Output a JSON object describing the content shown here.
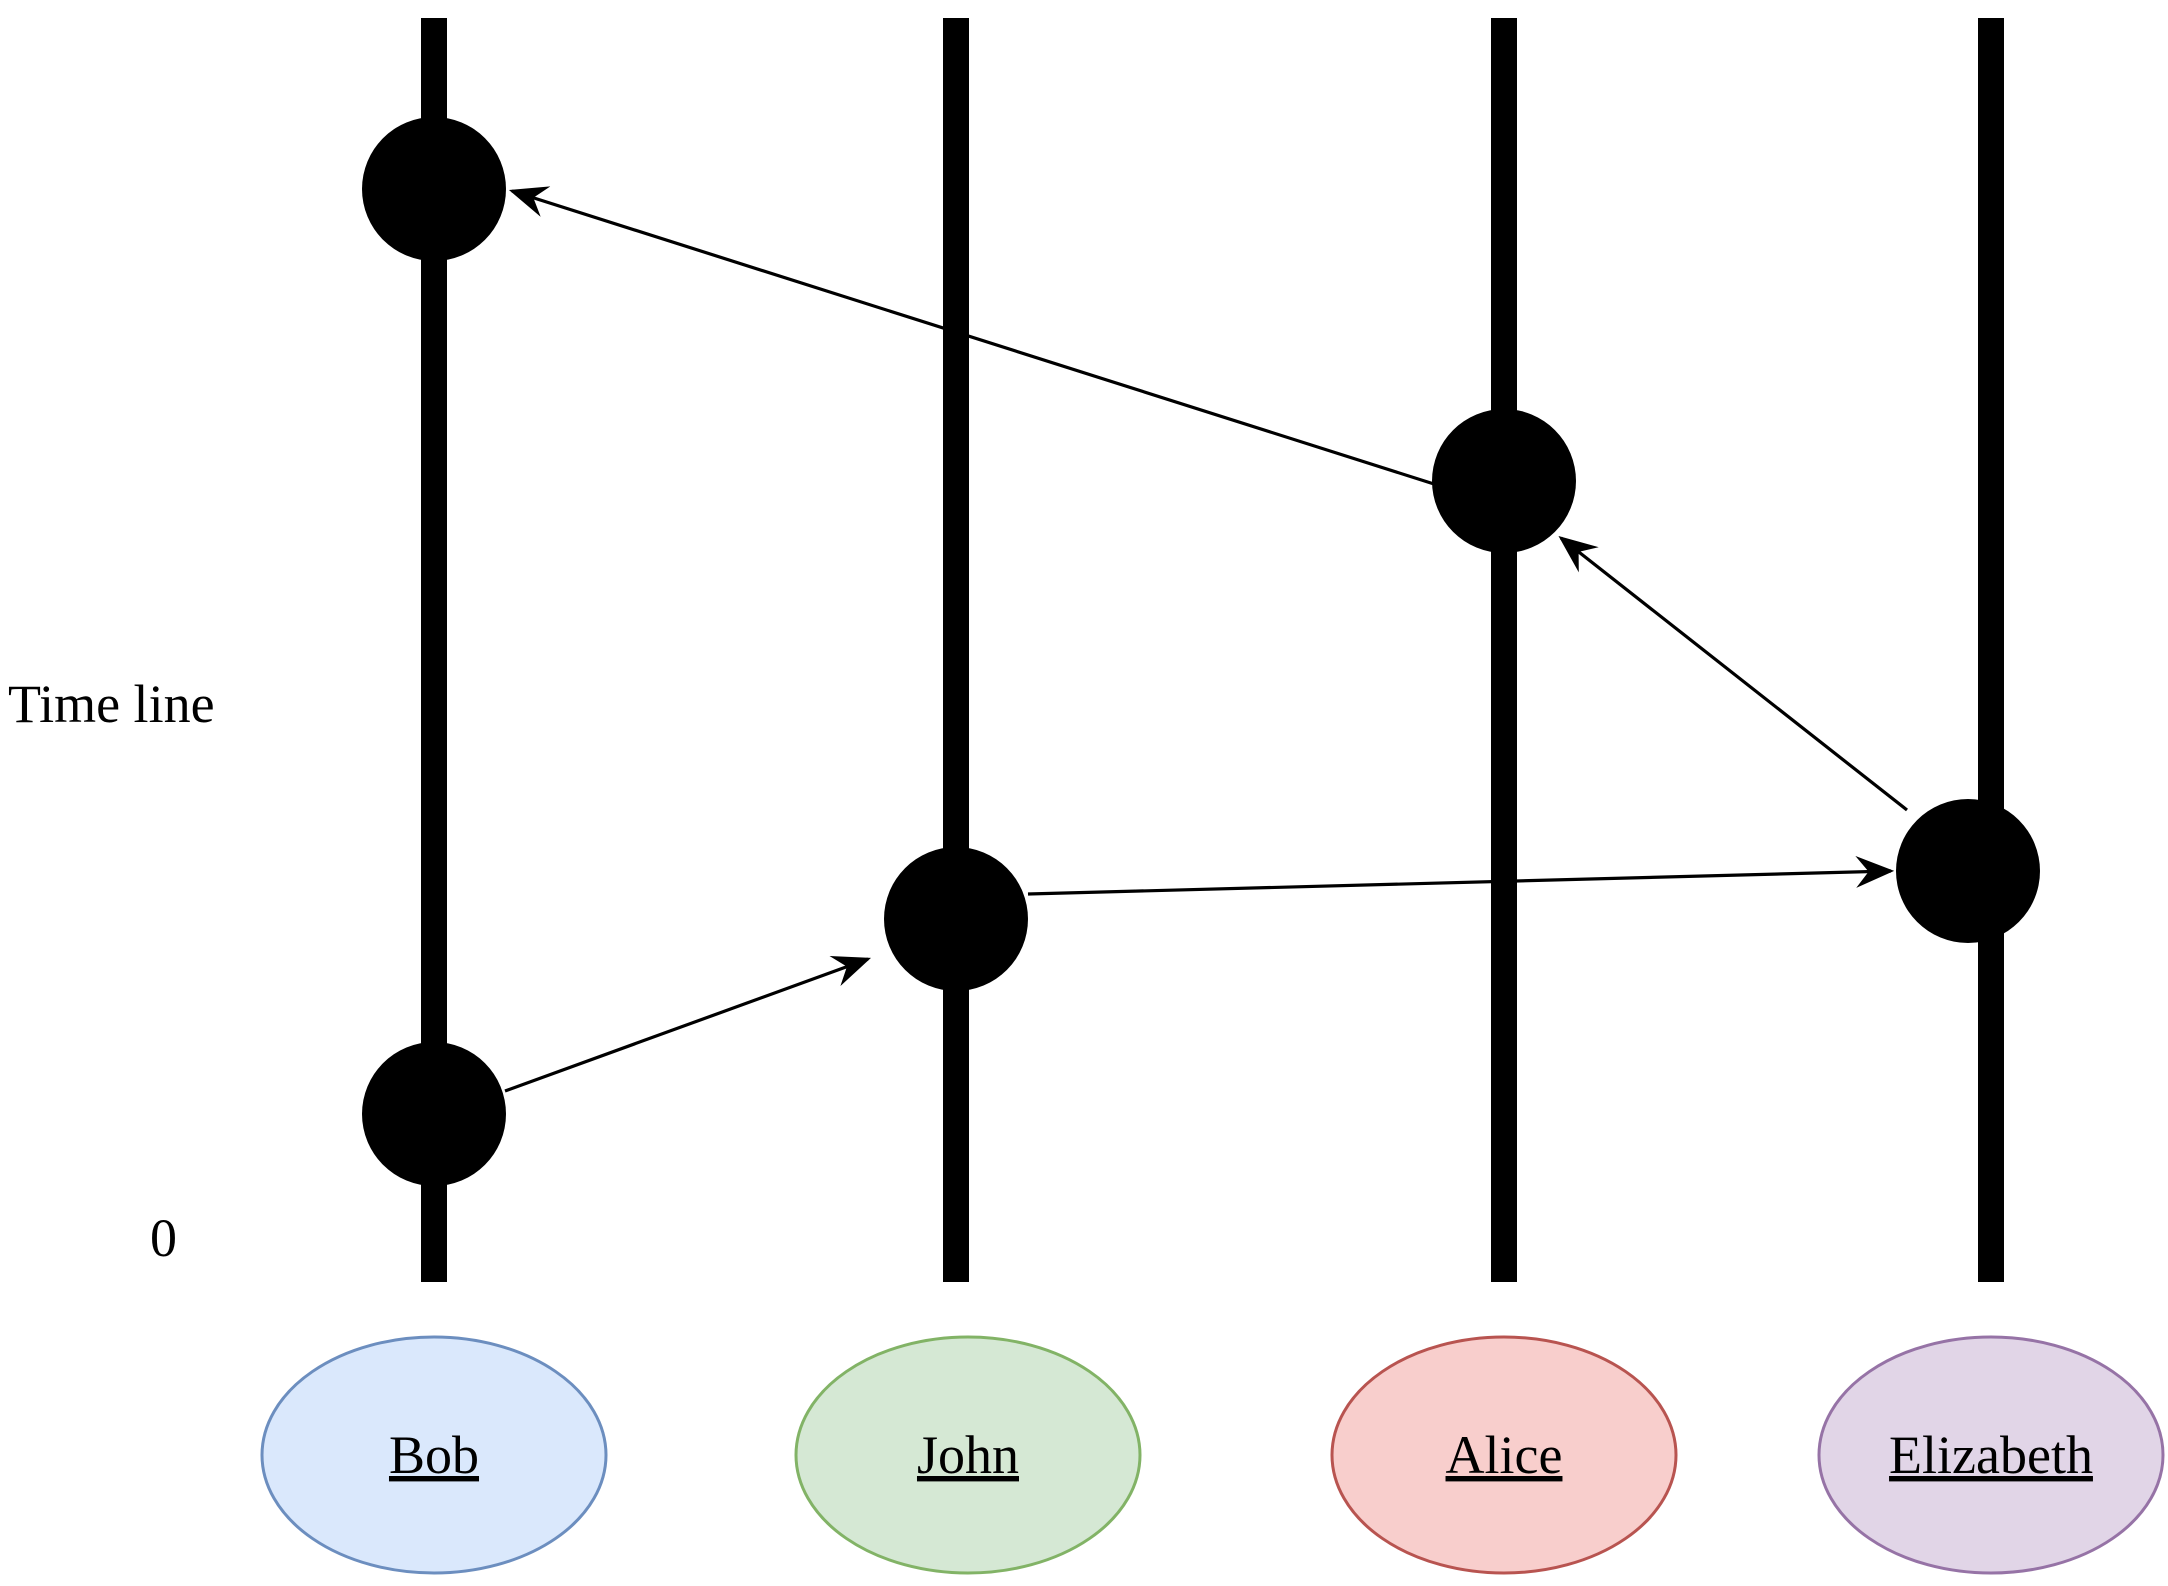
{
  "axis": {
    "title": "Time line",
    "origin": "0"
  },
  "participants": [
    {
      "id": "bob",
      "name": "Bob",
      "fill": "#dae8fc",
      "stroke": "#6c8ebf"
    },
    {
      "id": "john",
      "name": "John",
      "fill": "#d5e8d4",
      "stroke": "#82b366"
    },
    {
      "id": "alice",
      "name": "Alice",
      "fill": "#f8cecc",
      "stroke": "#b85450"
    },
    {
      "id": "elizabeth",
      "name": "Elizabeth",
      "fill": "#e1d5e7",
      "stroke": "#9673a6"
    }
  ],
  "messages": [
    {
      "from": "bob",
      "to": "john"
    },
    {
      "from": "john",
      "to": "elizabeth"
    },
    {
      "from": "elizabeth",
      "to": "alice"
    },
    {
      "from": "alice",
      "to": "bob"
    }
  ],
  "colors": {
    "line": "#000000",
    "event": "#000000"
  }
}
